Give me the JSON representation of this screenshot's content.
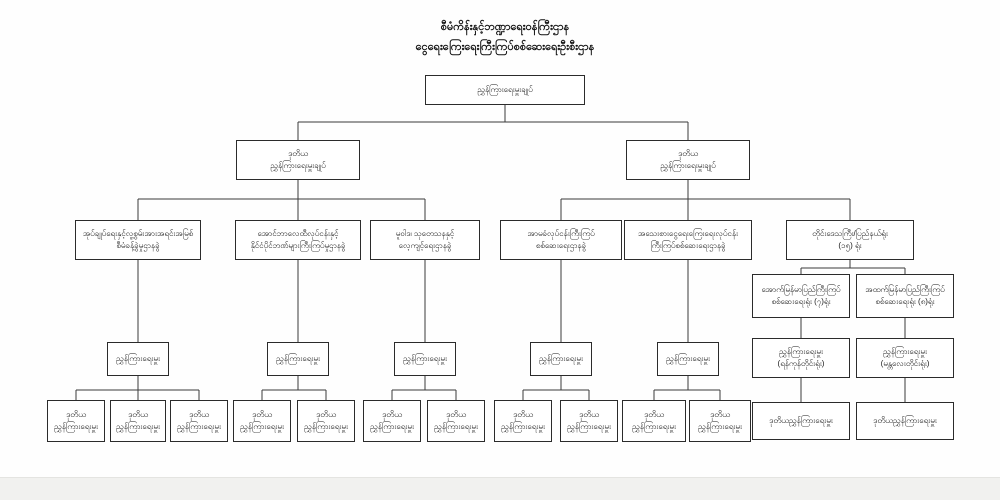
{
  "title": {
    "line1": "စီမံကိန်းနှင့်ဘဏ္ဍာရေးဝန်ကြီးဌာန",
    "line2": "ငွေရေးကြေးရေးကြီးကြပ်စစ်ဆေးရေးဦးစီးဌာန"
  },
  "nodes": {
    "dg": {
      "label": "ညွှန်ကြားရေးမှူးချုပ်"
    },
    "ddgL": {
      "line1": "ဒုတိယ",
      "line2": "ညွှန်ကြားရေးမှူးချုပ်"
    },
    "ddgR": {
      "line1": "ဒုတိယ",
      "line2": "ညွှန်ကြားရေးမှူးချုပ်"
    },
    "div1": {
      "line1": "အုပ်ချုပ်ရေးနှင့်လူ့စွမ်းအားအရင်းအမြစ်",
      "line2": "စီမံခန့်ခွဲမှုဌာနခွဲ"
    },
    "div2": {
      "line1": "အောင်ဘာလေထီလုပ်ငန်းနှင့်",
      "line2": "နိုင်ငံပိုင်ဘဏ်များကြီးကြပ်မှုဌာနခွဲ"
    },
    "div3": {
      "line1": "မူဝါဒ၊ သုတေသနနှင့်",
      "line2": "လေ့ကျင့်ရေးဌာနခွဲ"
    },
    "div4": {
      "line1": "အာမခံလုပ်ငန်းကြီးကြပ်",
      "line2": "စစ်ဆေးရေးဌာနခွဲ"
    },
    "div5": {
      "line1": "အသေးစားငွေရေးကြေးရေးလုပ်ငန်း",
      "line2": "ကြီးကြပ်စစ်ဆေးရေးဌာနခွဲ"
    },
    "div6": {
      "line1": "တိုင်းဒေသကြီး/ပြည်နယ်ရုံး",
      "line2": "(၁၅) ရုံး"
    },
    "lowerMM": {
      "line1": "အောက်မြန်မာပြည်ကြီးကြပ်",
      "line2": "စစ်ဆေးရေးရုံး (၇)ရုံး"
    },
    "upperMM": {
      "line1": "အထက်မြန်မာပြည်ကြီးကြပ်",
      "line2": "စစ်ဆေးရေးရုံး (၈)ရုံး"
    },
    "dir1": {
      "label": "ညွှန်ကြားရေးမှူး"
    },
    "dir2": {
      "label": "ညွှန်ကြားရေးမှူး"
    },
    "dir3": {
      "label": "ညွှန်ကြားရေးမှူး"
    },
    "dir4": {
      "label": "ညွှန်ကြားရေးမှူး"
    },
    "dir5": {
      "label": "ညွှန်ကြားရေးမှူး"
    },
    "dirYgn": {
      "line1": "ညွှန်ကြားရေးမှူး",
      "line2": "(ရန်ကုန်တိုင်းရုံး)"
    },
    "dirMdy": {
      "line1": "ညွှန်ကြားရေးမှူး",
      "line2": "(မန္တလေးတိုင်းရုံး)"
    },
    "dep1a": {
      "line1": "ဒုတိယ",
      "line2": "ညွှန်ကြားရေးမှူး"
    },
    "dep1b": {
      "line1": "ဒုတိယ",
      "line2": "ညွှန်ကြားရေးမှူး"
    },
    "dep1c": {
      "line1": "ဒုတိယ",
      "line2": "ညွှန်ကြားရေးမှူး"
    },
    "dep2a": {
      "line1": "ဒုတိယ",
      "line2": "ညွှန်ကြားရေးမှူး"
    },
    "dep2b": {
      "line1": "ဒုတိယ",
      "line2": "ညွှန်ကြားရေးမှူး"
    },
    "dep3a": {
      "line1": "ဒုတိယ",
      "line2": "ညွှန်ကြားရေးမှူး"
    },
    "dep3b": {
      "line1": "ဒုတိယ",
      "line2": "ညွှန်ကြားရေးမှူး"
    },
    "dep4a": {
      "line1": "ဒုတိယ",
      "line2": "ညွှန်ကြားရေးမှူး"
    },
    "dep4b": {
      "line1": "ဒုတိယ",
      "line2": "ညွှန်ကြားရေးမှူး"
    },
    "dep5a": {
      "line1": "ဒုတိယ",
      "line2": "ညွှန်ကြားရေးမှူး"
    },
    "dep5b": {
      "line1": "ဒုတိယ",
      "line2": "ညွှန်ကြားရေးမှူး"
    },
    "depYgn": {
      "label": "ဒုတိယညွှန်ကြားရေးမှူး"
    },
    "depMdy": {
      "label": "ဒုတိယညွှန်ကြားရေးမှူး"
    }
  },
  "colors": {
    "box_border": "#2b2b2b",
    "line": "#3a3a3a",
    "paper": "#fefefe"
  }
}
